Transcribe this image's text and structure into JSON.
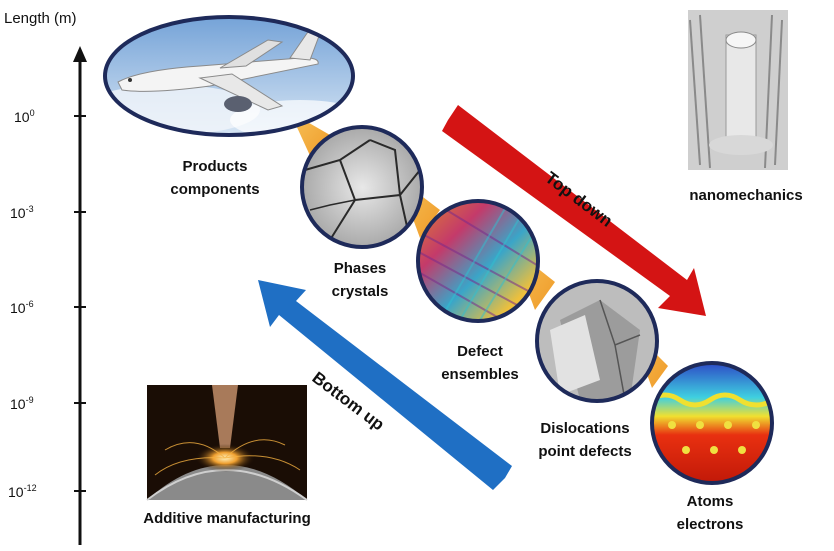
{
  "axis": {
    "title": "Length (m)",
    "ticks": [
      {
        "base": "10",
        "exp": "0"
      },
      {
        "base": "10",
        "exp": "-3"
      },
      {
        "base": "10",
        "exp": "-6"
      },
      {
        "base": "10",
        "exp": "-9"
      },
      {
        "base": "10",
        "exp": "-12"
      }
    ]
  },
  "scales": [
    {
      "line1": "Products",
      "line2": "components"
    },
    {
      "line1": "Phases",
      "line2": "crystals"
    },
    {
      "line1": "Defect",
      "line2": "ensembles"
    },
    {
      "line1": "Dislocations",
      "line2": "point defects"
    },
    {
      "line1": "Atoms",
      "line2": "electrons"
    }
  ],
  "arrows": {
    "top_down": {
      "label": "Top down",
      "color": "#d41414"
    },
    "bottom_up": {
      "label": "Bottom up",
      "color": "#1f6fc4"
    }
  },
  "side_labels": {
    "nanomechanics": "nanomechanics",
    "additive": "Additive manufacturing"
  },
  "colors": {
    "cone": "#f2a12e",
    "circle_border": "#1e2a5a"
  }
}
